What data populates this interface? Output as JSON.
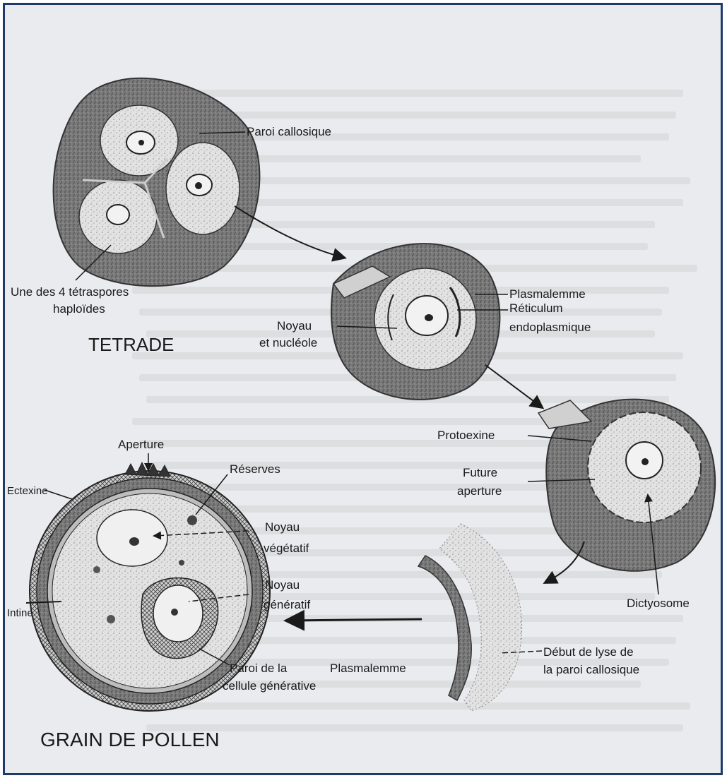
{
  "tetrade": {
    "title": "TETRADE",
    "paroi_callosique": "Paroi callosique",
    "tetraspore_line1": "Une des 4 tétraspores",
    "tetraspore_line2": "haploïdes"
  },
  "stage2": {
    "plasmalemme": "Plasmalemme",
    "reticulum_line1": "Réticulum",
    "reticulum_line2": "endoplasmique",
    "noyau_line1": "Noyau",
    "noyau_line2": "et nucléole"
  },
  "stage3": {
    "protoexine": "Protoexine",
    "future_line1": "Future",
    "future_line2": "aperture",
    "dictyosome": "Dictyosome"
  },
  "stage4": {
    "debut_line1": "Début de lyse de",
    "debut_line2": "la paroi callosique",
    "plasmalemme": "Plasmalemme"
  },
  "pollen": {
    "title": "GRAIN DE POLLEN",
    "aperture": "Aperture",
    "reserves": "Réserves",
    "ectexine": "Ectexine",
    "intine": "Intine",
    "noyau_veg_line1": "Noyau",
    "noyau_veg_line2": "végétatif",
    "noyau_gen_line1": "Noyau",
    "noyau_gen_line2": "génératif",
    "paroi_line1": "Paroi de la",
    "paroi_line2": "cellule générative"
  },
  "colors": {
    "frame": "#1d3a6b",
    "paper": "#e9ebee",
    "stipple_dark": "#6b6b6b",
    "stipple_light": "#d8d8d8",
    "ink": "#1a1a1a"
  }
}
